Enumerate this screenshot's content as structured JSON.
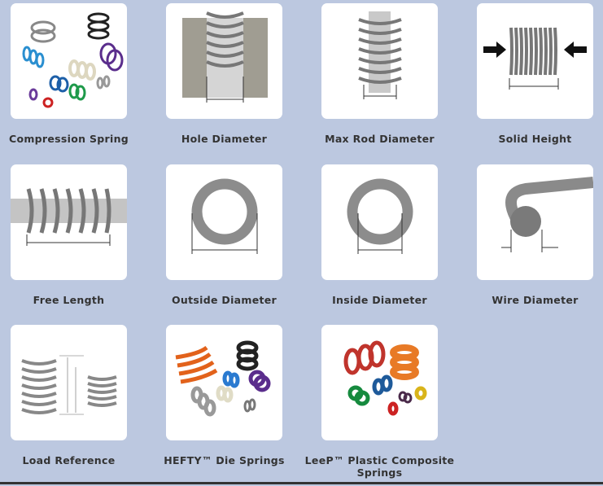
{
  "items": [
    {
      "label": "Compression Spring",
      "icon": "compression-spring-image"
    },
    {
      "label": "Hole Diameter",
      "icon": "hole-diameter-image"
    },
    {
      "label": "Max Rod Diameter",
      "icon": "max-rod-diameter-image"
    },
    {
      "label": "Solid Height",
      "icon": "solid-height-image"
    },
    {
      "label": "Free Length",
      "icon": "free-length-image"
    },
    {
      "label": "Outside Diameter",
      "icon": "outside-diameter-image"
    },
    {
      "label": "Inside Diameter",
      "icon": "inside-diameter-image"
    },
    {
      "label": "Wire Diameter",
      "icon": "wire-diameter-image"
    },
    {
      "label": "Load Reference",
      "icon": "load-reference-image"
    },
    {
      "label": "HEFTY™ Die Springs",
      "icon": "hefty-die-springs-image"
    },
    {
      "label": "LeeP™ Plastic Composite Springs",
      "icon": "leep-plastic-springs-image"
    }
  ],
  "colors": {
    "background": "#bcc8e0",
    "card": "#ffffff",
    "text": "#333333"
  }
}
